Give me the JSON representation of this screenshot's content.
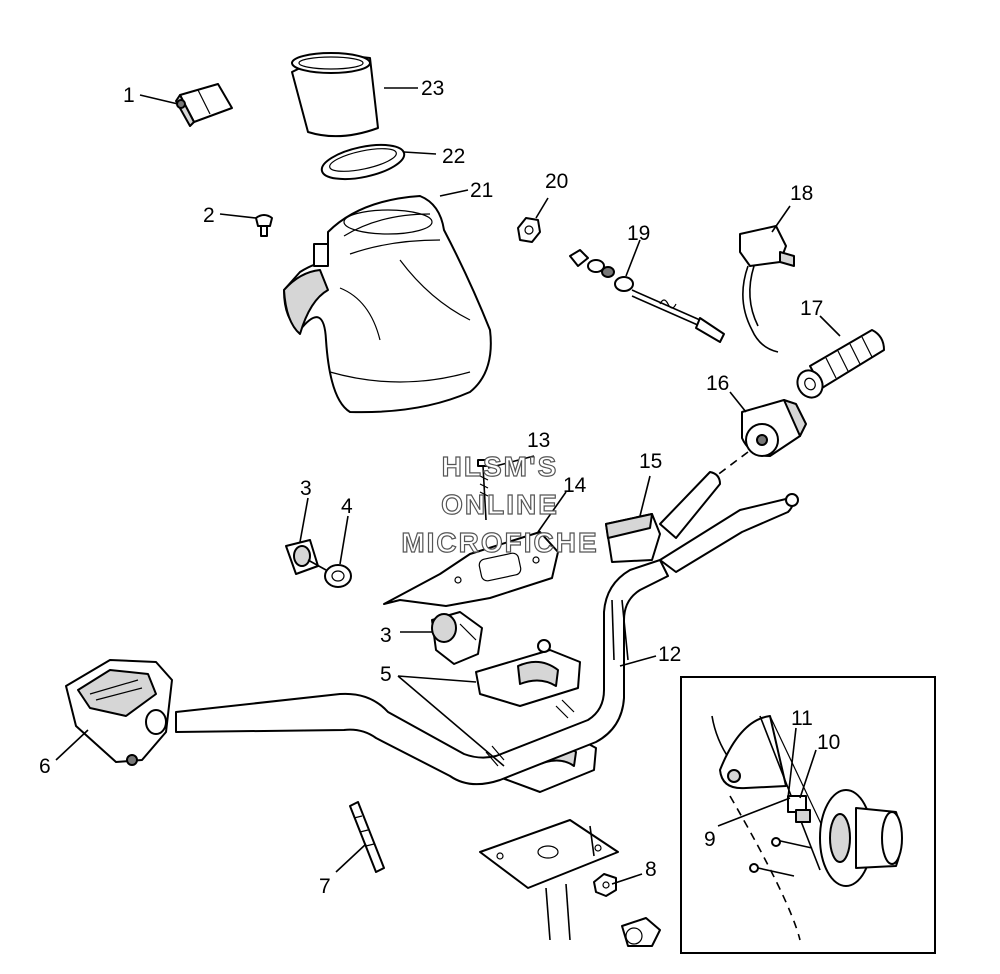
{
  "diagram": {
    "callouts": {
      "c1": "1",
      "c2": "2",
      "c3a": "3",
      "c3b": "3",
      "c4": "4",
      "c5": "5",
      "c6": "6",
      "c7": "7",
      "c8": "8",
      "c9": "9",
      "c10": "10",
      "c11": "11",
      "c12": "12",
      "c13": "13",
      "c14": "14",
      "c15": "15",
      "c16": "16",
      "c17": "17",
      "c18": "18",
      "c19": "19",
      "c20": "20",
      "c21": "21",
      "c22": "22",
      "c23": "23"
    },
    "watermark": {
      "line1": "HLSM'S",
      "line2": "ONLINE",
      "line3": "MICROFICHE"
    }
  }
}
